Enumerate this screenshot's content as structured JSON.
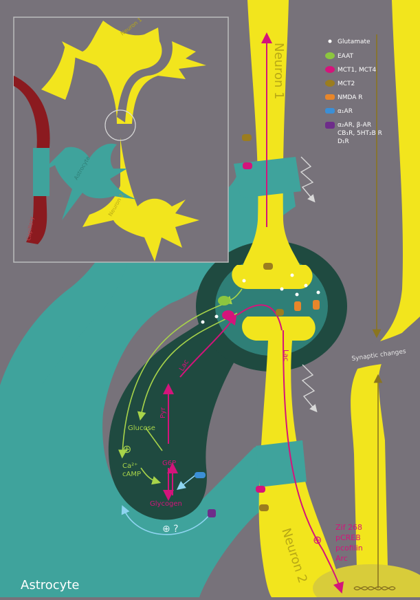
{
  "legend": [
    {
      "icon": "glutamate-dot-icon",
      "text": "Glutamate",
      "color": "#ffffff"
    },
    {
      "icon": "eaat-icon",
      "text": "EAAT",
      "color": "#8cc63f"
    },
    {
      "icon": "mct1-mct4-icon",
      "text": "MCT1, MCT4",
      "color": "#d4147b"
    },
    {
      "icon": "mct2-icon",
      "text": "MCT2",
      "color": "#9b7d1f"
    },
    {
      "icon": "nmda-r-icon",
      "text": "NMDA R",
      "color": "#e8862a"
    },
    {
      "icon": "a1ar-icon",
      "text": "α₁AR",
      "color": "#3b8fd6"
    },
    {
      "icon": "receptor-purple-icon",
      "text": "α₂AR, β-AR",
      "color": "#6e2d8a"
    }
  ],
  "legend_extra": [
    "CB₁R, 5HT₂B R",
    "D₁R"
  ],
  "inset": {
    "neuron1": "Neuron 1",
    "neuron2": "Neuron 2",
    "astrocyte": "Astrocyte",
    "capillary": "Capillary"
  },
  "labels": {
    "neuron1": "Neuron 1",
    "neuron2": "Neuron 2",
    "astrocyte": "Astrocyte",
    "synaptic_changes": "Synaptic changes",
    "lac_neuron": "Lac",
    "lac_astro": "Lac",
    "pyr": "Pyr",
    "g6p": "G6P",
    "glycogen": "Glycogen",
    "glucose": "Glucose",
    "ca": "Ca²⁺",
    "camp": "cAMP",
    "plus1": "⊕",
    "plus2": "⊕ ?",
    "plus3": "⊕"
  },
  "gene_targets": [
    "Zif 268",
    "pCREB",
    "pcofilin",
    "Arc"
  ],
  "colors": {
    "background": "#77727a",
    "neuron": "#f2e51d",
    "astrocyte": "#3fa39c",
    "astro_dark": "#1f4a40",
    "glycogen_pink": "#d4147b",
    "glucose_green": "#a8d44a",
    "capillary": "#8b1a1f"
  }
}
